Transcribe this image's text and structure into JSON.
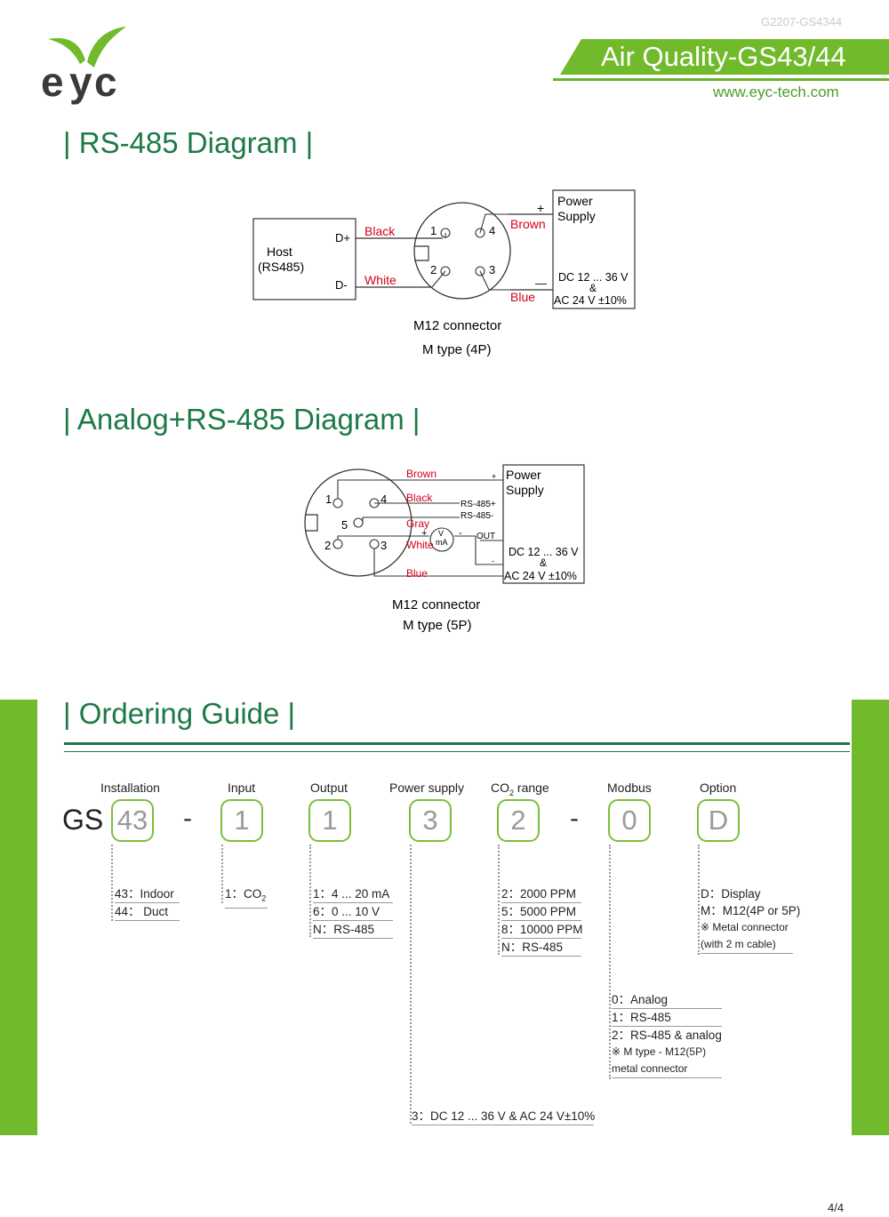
{
  "header": {
    "doc_id": "G2207-GS4344",
    "banner_title": "Air Quality-GS43/44",
    "url": "www.eyc-tech.com",
    "logo_text": "eyc"
  },
  "rs485": {
    "title": "| RS-485 Diagram |",
    "host_label": "Host",
    "host_sub": "(RS485)",
    "dplus": "D+",
    "dminus": "D-",
    "wire_black": "Black",
    "wire_white": "White",
    "wire_brown": "Brown",
    "wire_blue": "Blue",
    "pin1": "1",
    "pin2": "2",
    "pin3": "3",
    "pin4": "4",
    "plus": "+",
    "minus": "—",
    "ps_line1": "Power",
    "ps_line2": "Supply",
    "ps_dc": "DC 12 ... 36 V",
    "ps_amp": "&",
    "ps_ac": "AC 24 V ±10%",
    "connector": "M12 connector",
    "connector_type": "M type (4P)"
  },
  "analog": {
    "title": "| Analog+RS-485 Diagram |",
    "wire_brown": "Brown",
    "wire_black": "Black",
    "wire_gray": "Gray",
    "wire_white": "White",
    "wire_blue": "Blue",
    "pin1": "1",
    "pin2": "2",
    "pin3": "3",
    "pin4": "4",
    "pin5": "5",
    "rs485p": "RS-485+",
    "rs485m": "RS-485-",
    "out": "OUT",
    "plus": "+",
    "minus": "-",
    "meter_v": "V",
    "meter_ma": "mA",
    "ps_line1": "Power",
    "ps_line2": "Supply",
    "ps_dc": "DC 12 ... 36 V",
    "ps_amp": "&",
    "ps_ac": "AC 24 V ±10%",
    "connector": "M12 connector",
    "connector_type": "M type (5P)"
  },
  "ordering": {
    "title": "| Ordering Guide |",
    "prefix": "GS",
    "separator": "-",
    "columns": {
      "installation": "Installation",
      "input": "Input",
      "output": "Output",
      "power": "Power supply",
      "co2_pre": "CO",
      "co2_sub": "2",
      "co2_post": " range",
      "modbus": "Modbus",
      "option": "Option"
    },
    "codes": {
      "installation": "43",
      "input": "1",
      "output": "1",
      "power": "3",
      "co2": "2",
      "modbus": "0",
      "option": "D"
    },
    "installation_opts": [
      "43：Indoor",
      "44： Duct"
    ],
    "input_pre": "1：CO",
    "input_sub": "2",
    "output_opts": [
      "1：4 ... 20 mA",
      "6：0 ... 10 V",
      "N：RS-485"
    ],
    "co2_opts": [
      "2：2000 PPM",
      "5：5000 PPM",
      "8：10000 PPM",
      "N：RS-485"
    ],
    "option_opts": [
      "D：Display",
      "M：M12(4P or 5P)",
      "※ Metal connector",
      "(with 2 m cable)"
    ],
    "modbus_opts": [
      "0：Analog",
      "1：RS-485",
      "2：RS-485 & analog",
      "※ M type - M12(5P)",
      "metal connector"
    ],
    "power_opt": "3：DC 12 ... 36 V & AC 24 V±10%"
  },
  "page": "4/4",
  "colors": {
    "brand_green": "#71ba2c",
    "dark_green": "#1d7a46",
    "wire_red": "#d4001b"
  }
}
